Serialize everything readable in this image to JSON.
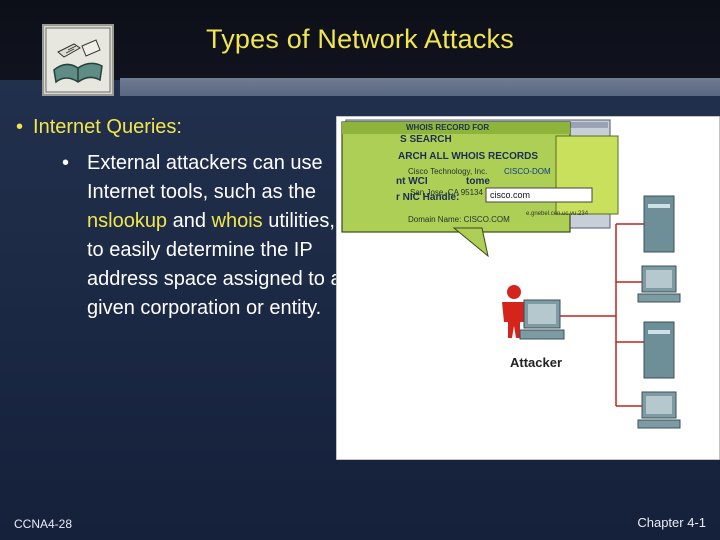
{
  "slide": {
    "title": "Types of Network Attacks",
    "bullet_main": "Internet Queries:",
    "bullet_sub_part1": "External attackers can use Internet tools, such as the ",
    "bullet_sub_hl1": "nslookup",
    "bullet_sub_part2": " and ",
    "bullet_sub_hl2": "whois",
    "bullet_sub_part3": " utilities, to easily determine the IP address space assigned to a given corporation or entity.",
    "footer_left": "CCNA4-28",
    "footer_right": "Chapter 4-1"
  },
  "figure": {
    "whois_record_header": "WHOIS RECORD FOR",
    "search_label": "S SEARCH",
    "search_all_label": "ARCH ALL WHOIS RECORDS",
    "addr_line1": "Cisco Technology, Inc.",
    "addr_domain": "CISCO-DOM",
    "addr_line3": "San Jose, CA 95134",
    "entry_label": "nt WCI",
    "entry_domain": "tome",
    "handle_label": "r NIC Handle:",
    "handle_value": "cisco.com",
    "email_frag": "e.gnebel.cen.uc.vu.234",
    "domain_line": "Domain Name: CISCO.COM",
    "attacker_label": "Attacker"
  },
  "colors": {
    "title": "#f1e64e",
    "background": "#1d2b47",
    "whois_bg": "#a7c94a",
    "attacker": "#d4241c"
  }
}
